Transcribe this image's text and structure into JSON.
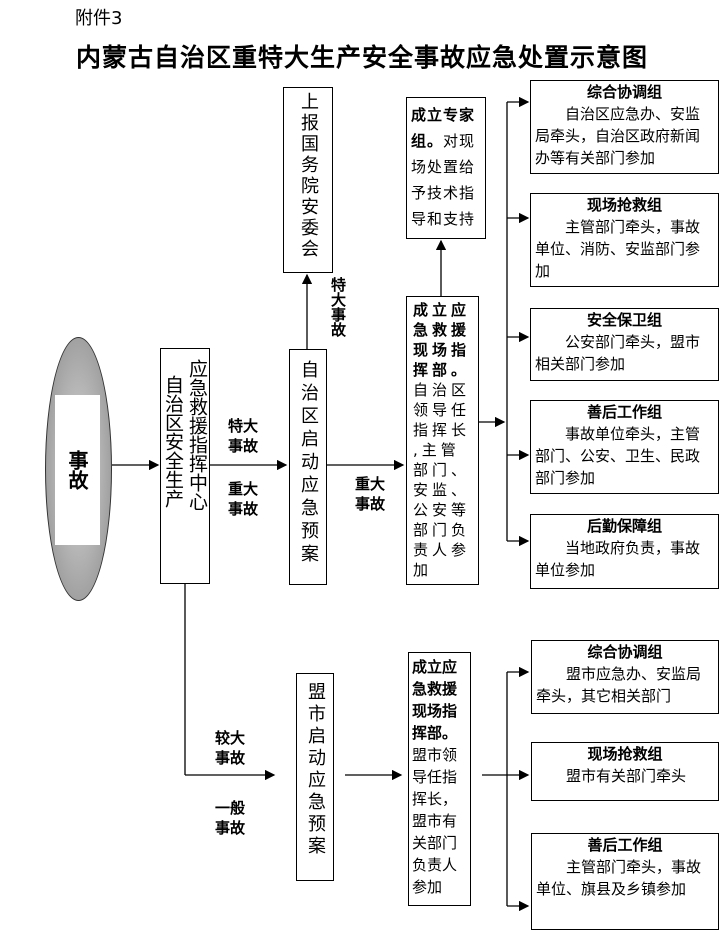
{
  "attachment_label": "附件3",
  "title": "内蒙古自治区重特大生产安全事故应急处置示意图",
  "accident": "事故",
  "command_center": {
    "col1": "应急救援指挥中心",
    "col2": "自治区安全生产"
  },
  "labels": {
    "extra_major_1": "特大事故",
    "major_1": "重大事故",
    "extra_major_2": "特大事故",
    "major_2": "重大事故",
    "larger": "较大事故",
    "general": "一般事故"
  },
  "region_plan": "自治区启动应急预案",
  "report_state": "上报国务院安委会",
  "expert_group": {
    "bold": "成立专家组。",
    "text": "对现场处置给予技术指导和支持"
  },
  "region_hq": {
    "bold": "成立应急救援现场指挥部。",
    "text": "自治区领导任指挥长,主管部门、安监、公安等部门负责人参加"
  },
  "region_groups": [
    {
      "title": "综合协调组",
      "desc": "自治区应急办、安监局牵头，自治区政府新闻办等有关部门参加"
    },
    {
      "title": "现场抢救组",
      "desc": "主管部门牵头，事故单位、消防、安监部门参加"
    },
    {
      "title": "安全保卫组",
      "desc": "公安部门牵头，盟市相关部门参加"
    },
    {
      "title": "善后工作组",
      "desc": "事故单位牵头，主管部门、公安、卫生、民政部门参加"
    },
    {
      "title": "后勤保障组",
      "desc": "当地政府负责，事故单位参加"
    }
  ],
  "league_plan": "盟市启动应急预案",
  "league_hq": {
    "bold": "成立应急救援现场指挥部。",
    "text": "盟市领导任指挥长，盟市有关部门负责人参加"
  },
  "league_groups": [
    {
      "title": "综合协调组",
      "desc": "盟市应急办、安监局牵头，其它相关部门"
    },
    {
      "title": "现场抢救组",
      "desc": "盟市有关部门牵头"
    },
    {
      "title": "善后工作组",
      "desc": "主管部门牵头，事故单位、旗县及乡镇参加"
    }
  ]
}
